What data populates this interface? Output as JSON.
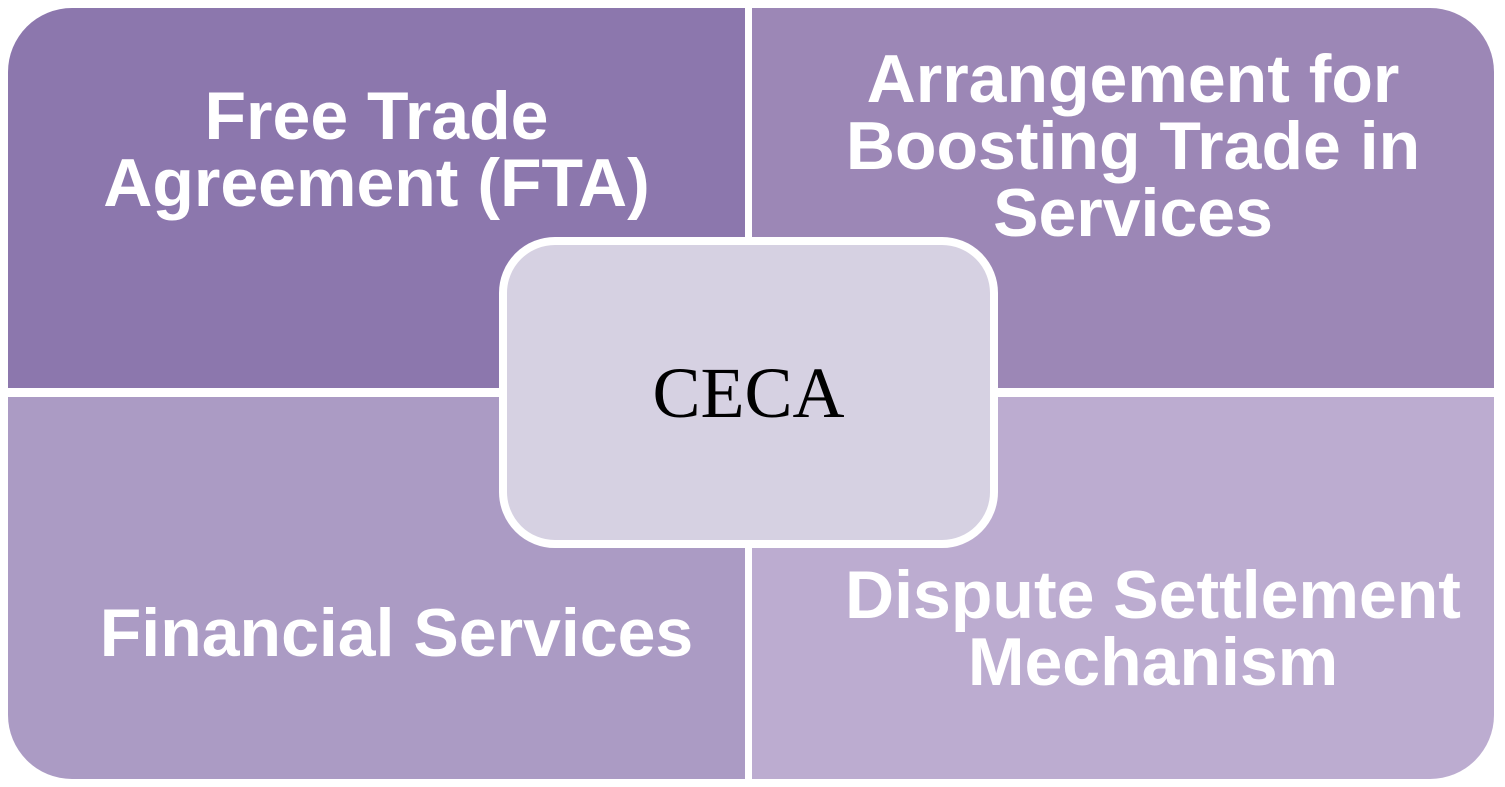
{
  "diagram": {
    "center": {
      "label": "CECA",
      "color": "#d6d1e2"
    },
    "quadrants": [
      {
        "id": "top-left",
        "label": "Free Trade\nAgreement (FTA)",
        "color": "#8c77ad"
      },
      {
        "id": "top-right",
        "label": "Arrangement for\nBoosting Trade in\nServices",
        "color": "#9c87b6"
      },
      {
        "id": "bottom-left",
        "label": "Financial Services",
        "color": "#ab9bc4"
      },
      {
        "id": "bottom-right",
        "label": "Dispute Settlement\nMechanism",
        "color": "#bcacd0"
      }
    ],
    "text_color": "#ffffff",
    "divider_color": "#ffffff"
  }
}
